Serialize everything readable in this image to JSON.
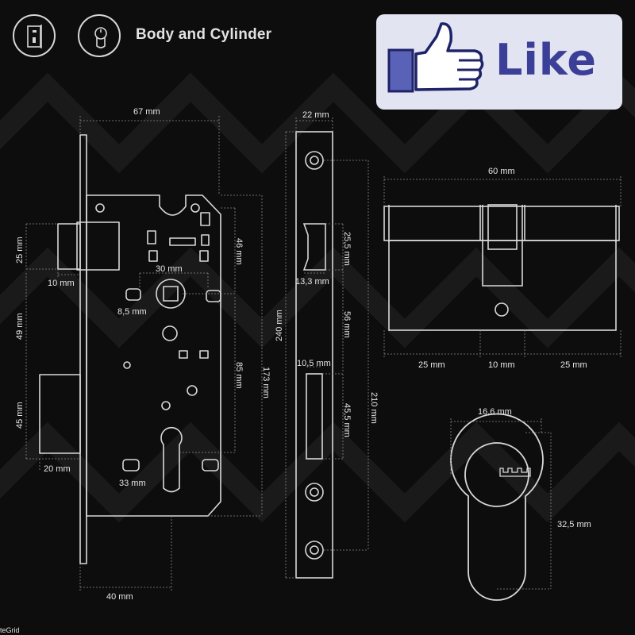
{
  "header": {
    "title": "Body and Cylinder",
    "icons": [
      "lock-body-icon",
      "cylinder-icon"
    ]
  },
  "like_badge": {
    "label": "Like",
    "icon": "thumbs-up-icon",
    "colors": {
      "background": "#e3e4f2",
      "accent": "#3b3f97",
      "thumb_fill": "#5a62b8"
    }
  },
  "lock_body": {
    "width": "67 mm",
    "latch_height": "25 mm",
    "latch_depth": "10 mm",
    "latch_to_spindle": "46 mm",
    "spindle_offset": "30 mm",
    "small_hole": "8,5 mm",
    "spindle_to_deadbolt": "49 mm",
    "spindle_to_cylinder": "85 mm",
    "body_height": "173 mm",
    "deadbolt_height": "45 mm",
    "deadbolt_throw": "20 mm",
    "cylinder_hole": "33 mm",
    "backset": "40 mm"
  },
  "faceplate": {
    "width": "22 mm",
    "length": "240 mm",
    "latch_opening_height": "25,5 mm",
    "latch_opening_width": "13,3 mm",
    "opening_gap": "56 mm",
    "deadbolt_opening_width": "10,5 mm",
    "deadbolt_opening_height": "45,5 mm",
    "screw_spacing": "210 mm"
  },
  "cylinder": {
    "length": "60 mm",
    "left_half": "25 mm",
    "cam": "10 mm",
    "right_half": "25 mm",
    "diameter": "16,6 mm",
    "profile_height": "32,5 mm"
  },
  "footer": {
    "watermark": "teGrid"
  },
  "colors": {
    "background": "#0d0d0d",
    "line": "#d8d8d8",
    "text": "#e6e6e6",
    "dim_line": "#8a8a8a"
  }
}
